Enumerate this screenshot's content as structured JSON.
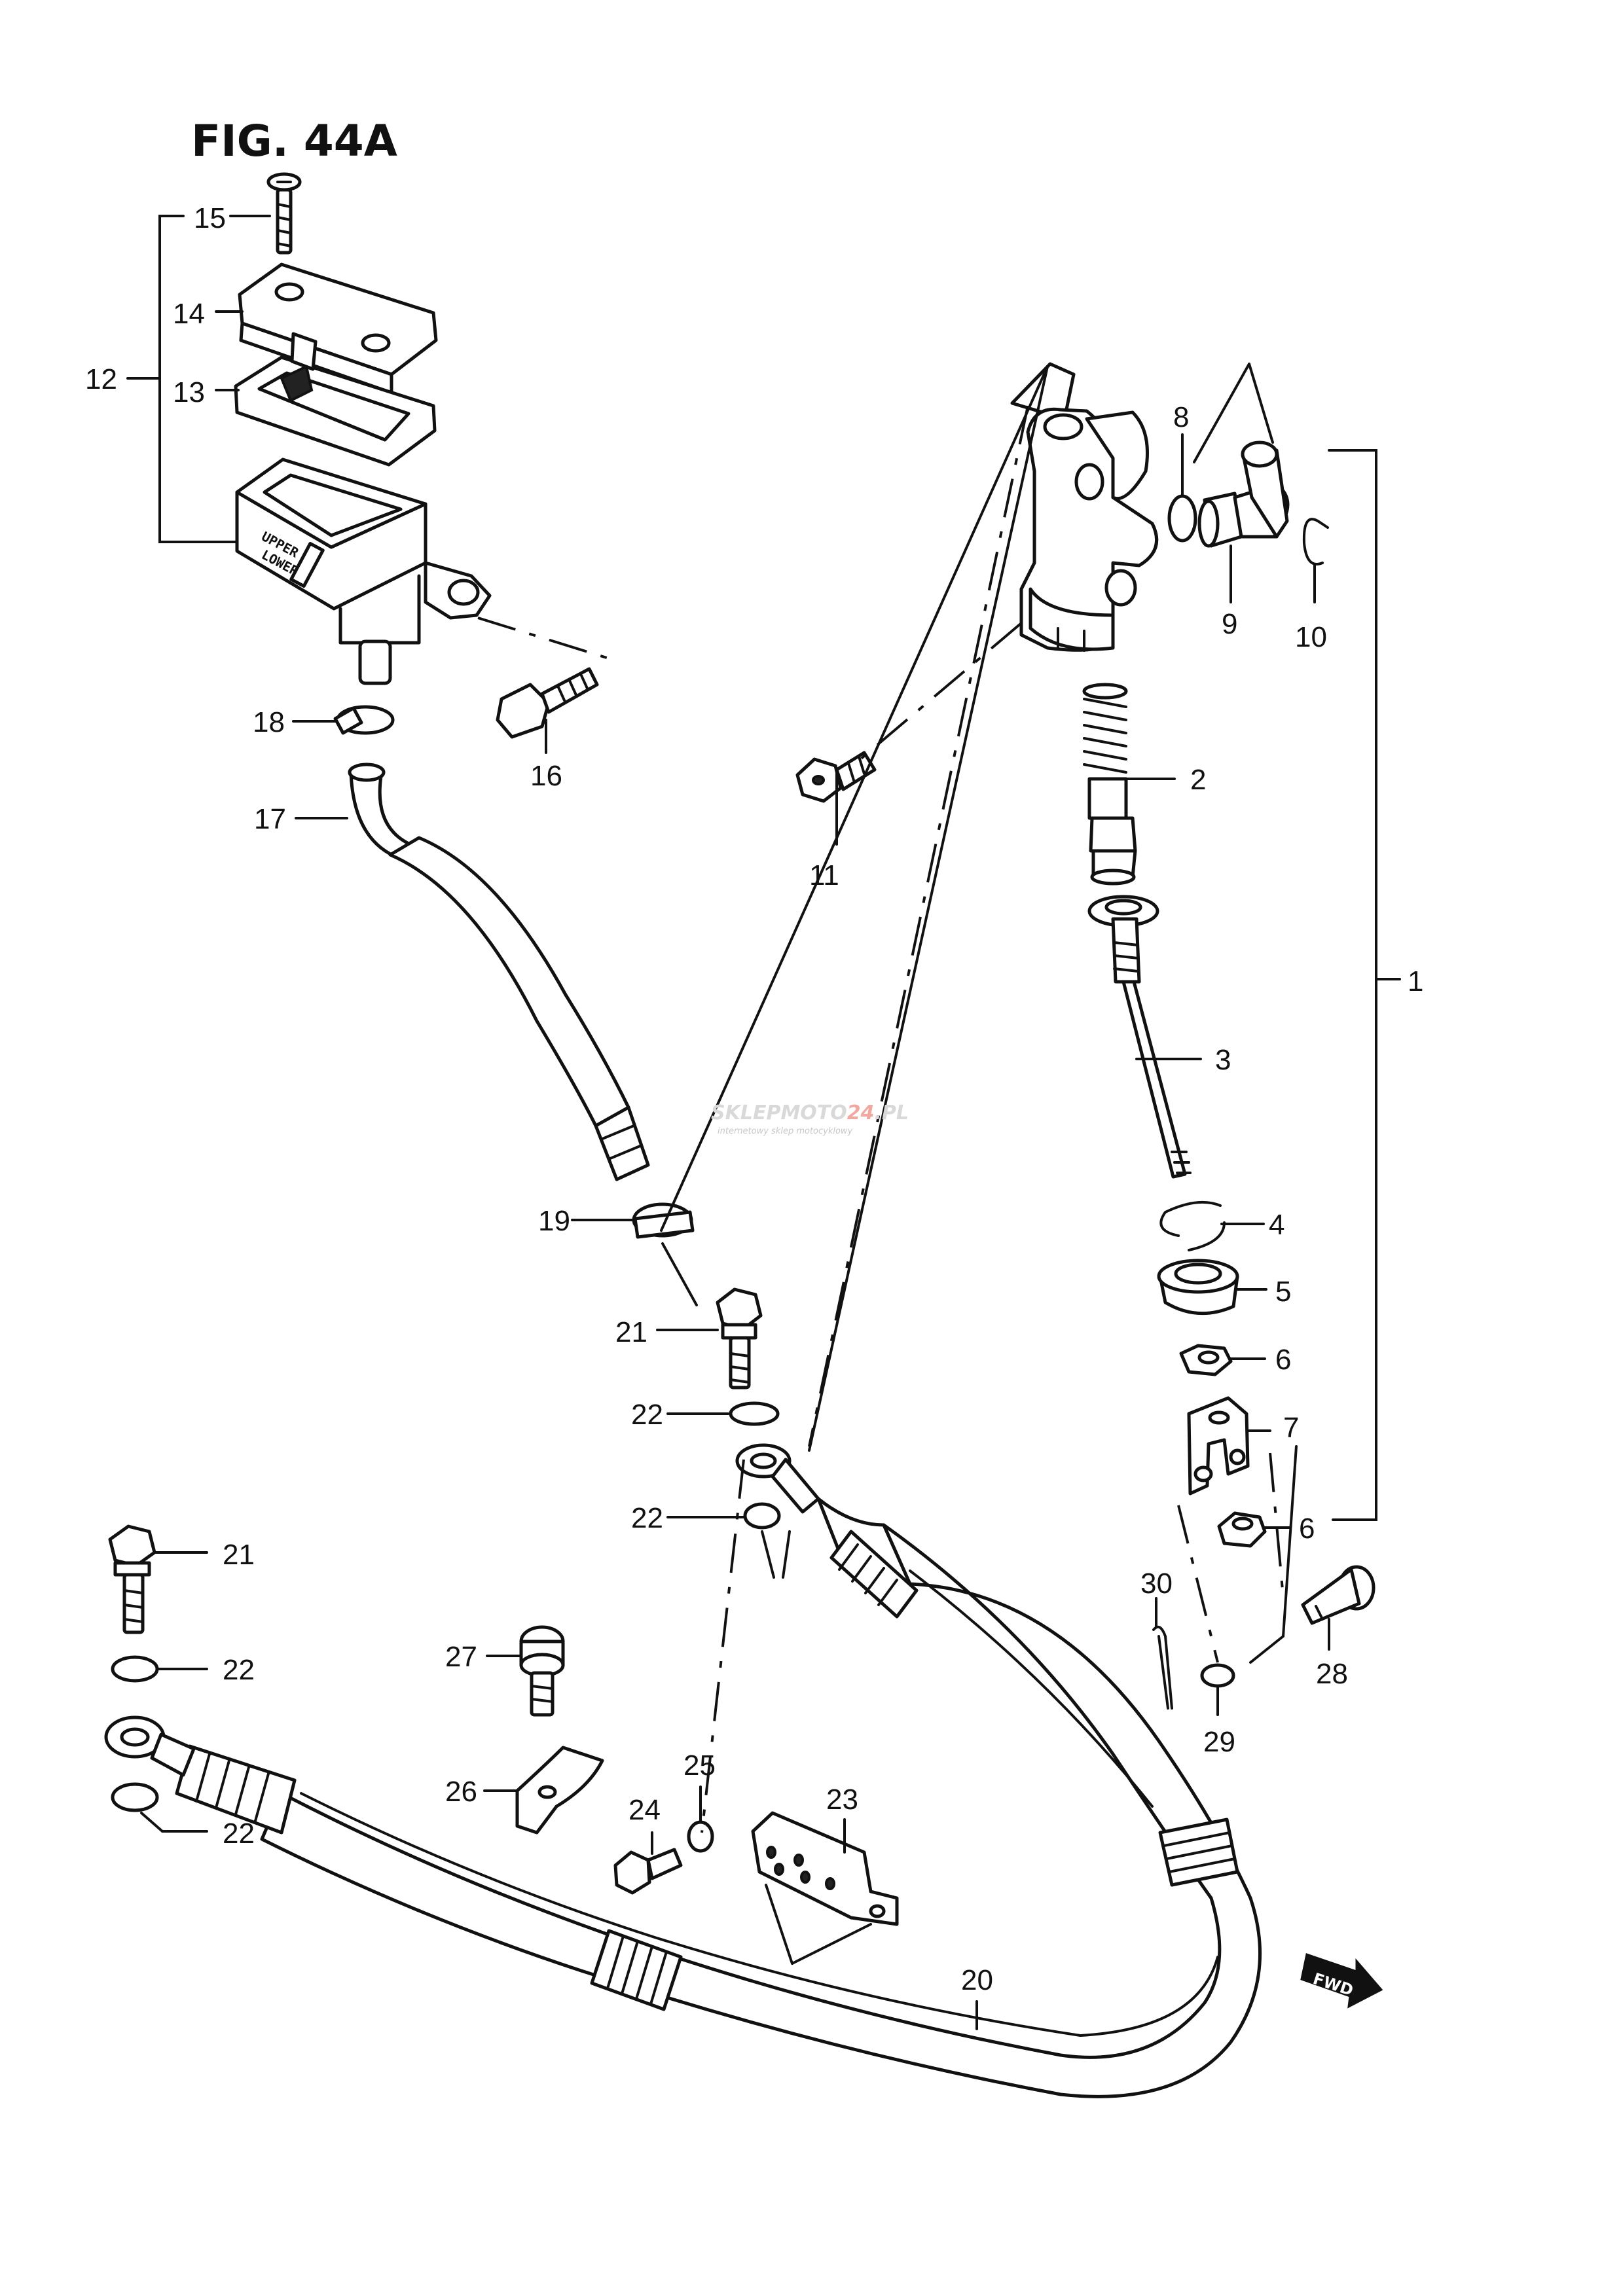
{
  "figure": {
    "title": "FIG. 44A"
  },
  "labels": {
    "p1": "1",
    "p2": "2",
    "p3": "3",
    "p4": "4",
    "p5": "5",
    "p6a": "6",
    "p6b": "6",
    "p7": "7",
    "p8": "8",
    "p9": "9",
    "p10": "10",
    "p11": "11",
    "p12": "12",
    "p13": "13",
    "p14": "14",
    "p15": "15",
    "p16": "16",
    "p17": "17",
    "p18": "18",
    "p19": "19",
    "p20": "20",
    "p21a": "21",
    "p21b": "21",
    "p22a": "22",
    "p22b": "22",
    "p22c": "22",
    "p22d": "22",
    "p23": "23",
    "p24": "24",
    "p25": "25",
    "p26": "26",
    "p27": "27",
    "p28": "28",
    "p29": "29",
    "p30": "30"
  },
  "reservoir_marking": {
    "upper": "UPPER",
    "lower": "LOWER"
  },
  "watermark": {
    "brand_a": "SKLEPMOTO",
    "brand_b": "24",
    "domain": ".PL",
    "tagline": "internetowy sklep motocyklowy"
  },
  "direction_badge": {
    "text": "FWD"
  }
}
